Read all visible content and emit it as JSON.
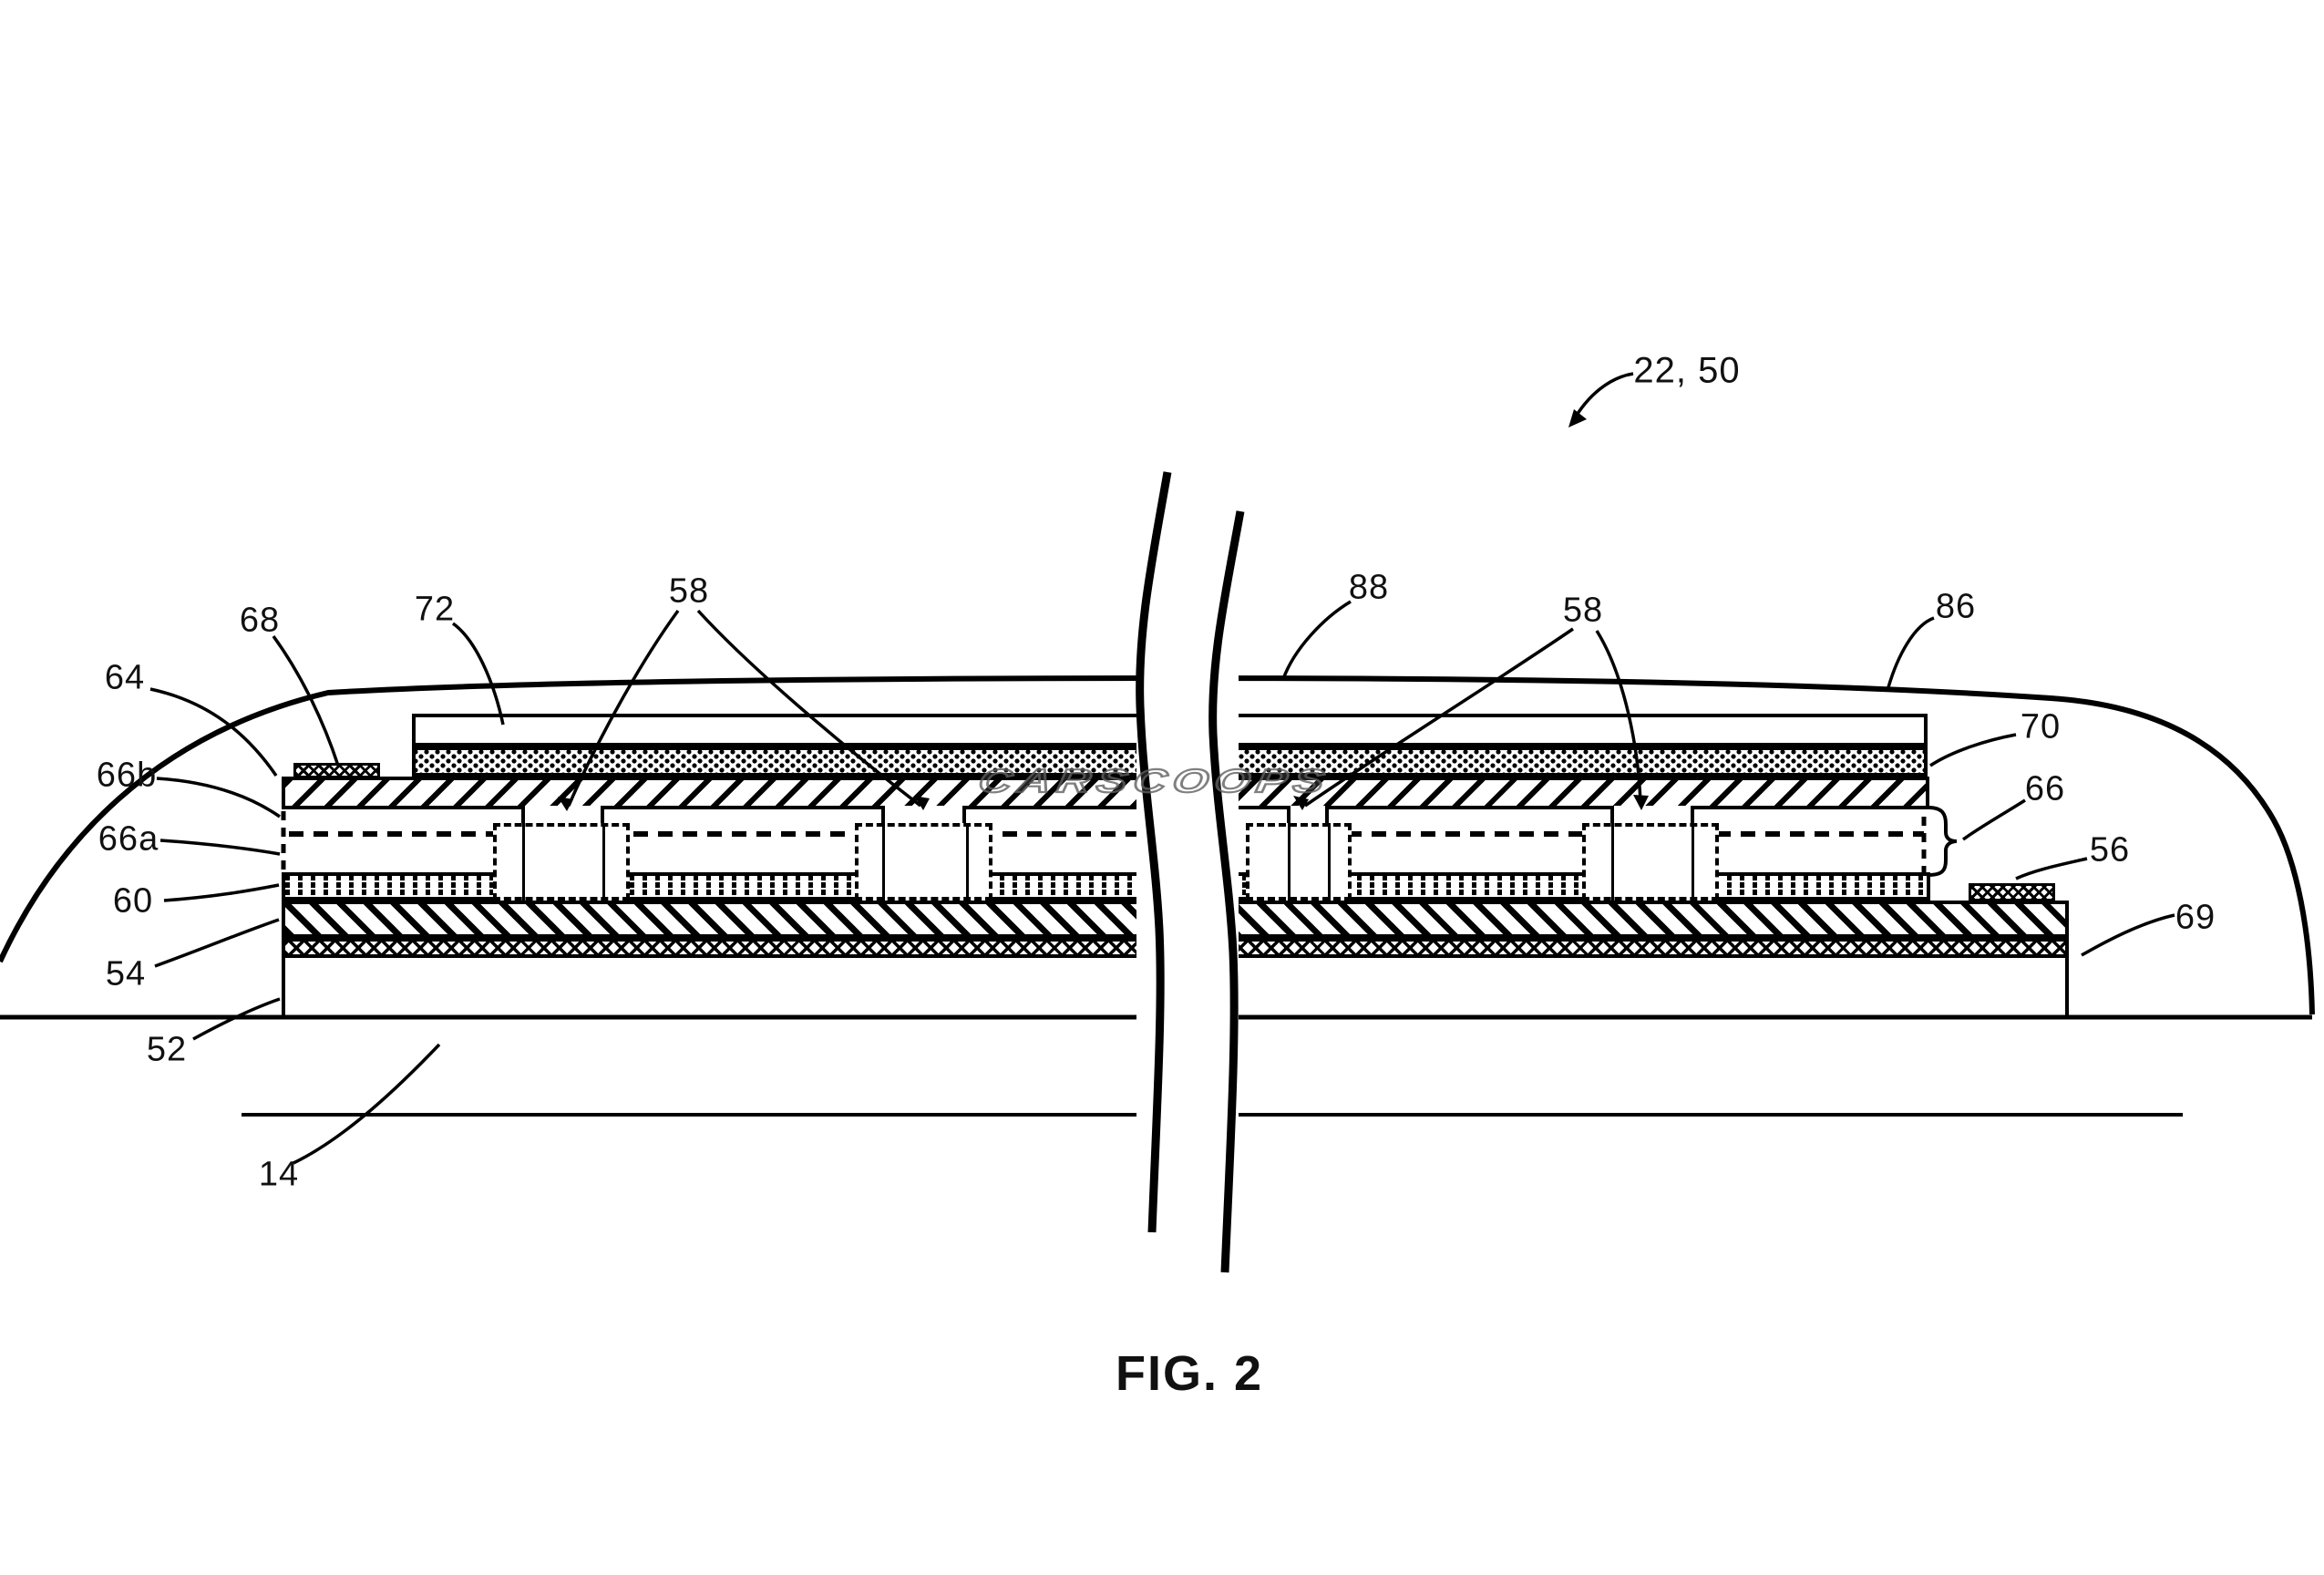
{
  "page": {
    "background": "#ffffff",
    "line_color": "#000000",
    "watermark_color": "#5f5f5f"
  },
  "caption": "FIG. 2",
  "watermark": "CARSCOOPS",
  "callouts": {
    "assembly": "22, 50",
    "c68": "68",
    "c72": "72",
    "c58_left": "58",
    "c88": "88",
    "c58_right": "58",
    "c86": "86",
    "c64": "64",
    "c70": "70",
    "c66b": "66b",
    "c66": "66",
    "c66a": "66a",
    "c56": "56",
    "c60": "60",
    "c69": "69",
    "c54": "54",
    "c52": "52",
    "c14": "14"
  }
}
